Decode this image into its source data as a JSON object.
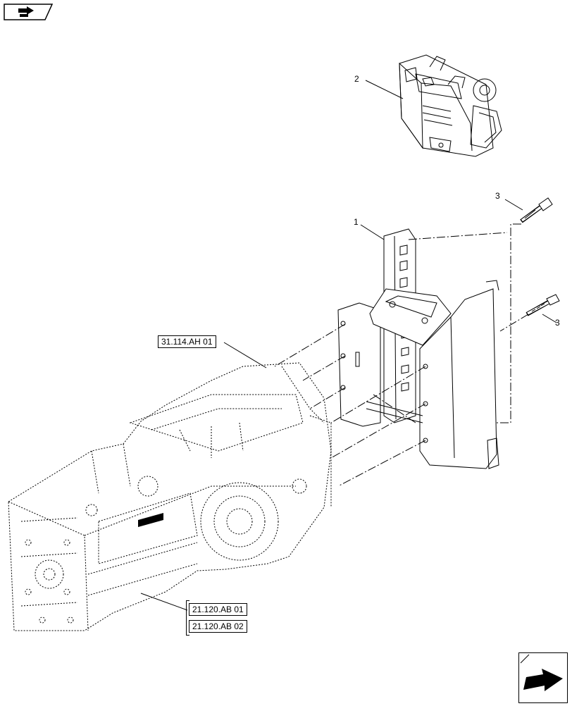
{
  "callouts": {
    "part_1": "1",
    "part_2": "2",
    "part_3_upper": "3",
    "part_3_lower": "3"
  },
  "references": {
    "hitch_ref": "31.114.AH 01",
    "housing_ref_1": "21.120.AB 01",
    "housing_ref_2": "21.120.AB 02"
  },
  "icons": {
    "top_left": "page-corner-arrow-icon",
    "bottom_right": "next-page-arrow-icon"
  }
}
